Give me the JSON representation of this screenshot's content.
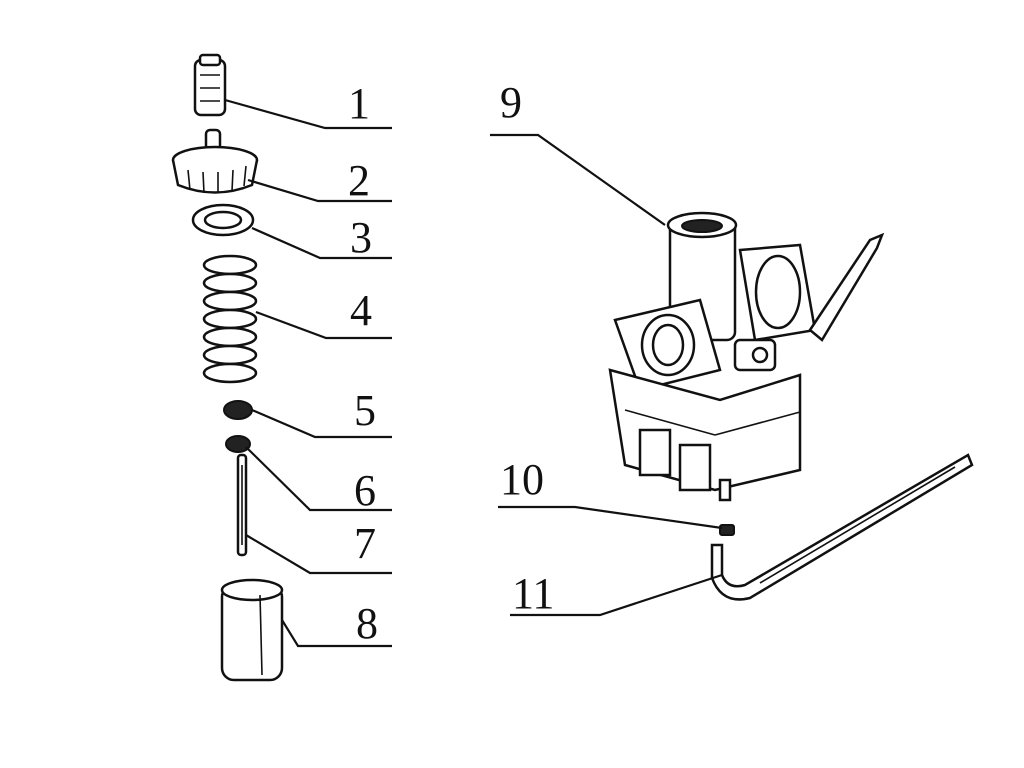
{
  "diagram": {
    "callouts": [
      {
        "id": "1",
        "label": "1"
      },
      {
        "id": "2",
        "label": "2"
      },
      {
        "id": "3",
        "label": "3"
      },
      {
        "id": "4",
        "label": "4"
      },
      {
        "id": "5",
        "label": "5"
      },
      {
        "id": "6",
        "label": "6"
      },
      {
        "id": "7",
        "label": "7"
      },
      {
        "id": "8",
        "label": "8"
      },
      {
        "id": "9",
        "label": "9"
      },
      {
        "id": "10",
        "label": "10"
      },
      {
        "id": "11",
        "label": "11"
      }
    ],
    "parts": [
      {
        "id": "1",
        "icon": "cap-screw-icon"
      },
      {
        "id": "2",
        "icon": "throttle-top-cap-icon"
      },
      {
        "id": "3",
        "icon": "ring-nut-icon"
      },
      {
        "id": "4",
        "icon": "coil-spring-icon"
      },
      {
        "id": "5",
        "icon": "needle-clip-retainer-icon"
      },
      {
        "id": "6",
        "icon": "clip-icon"
      },
      {
        "id": "7",
        "icon": "jet-needle-icon"
      },
      {
        "id": "8",
        "icon": "throttle-slide-icon"
      },
      {
        "id": "9",
        "icon": "carburetor-body-icon"
      },
      {
        "id": "10",
        "icon": "hose-clamp-icon"
      },
      {
        "id": "11",
        "icon": "drain-hose-icon"
      }
    ]
  }
}
